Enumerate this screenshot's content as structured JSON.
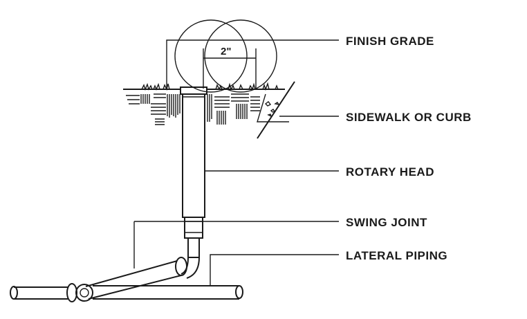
{
  "diagram": {
    "dimension_label": "2\"",
    "labels": {
      "finish_grade": "FINISH GRADE",
      "sidewalk": "SIDEWALK OR CURB",
      "rotary_head": "ROTARY HEAD",
      "swing_joint": "SWING JOINT",
      "lateral_piping": "LATERAL PIPING"
    },
    "colors": {
      "ink": "#1a1a1a",
      "background": "#ffffff"
    }
  }
}
